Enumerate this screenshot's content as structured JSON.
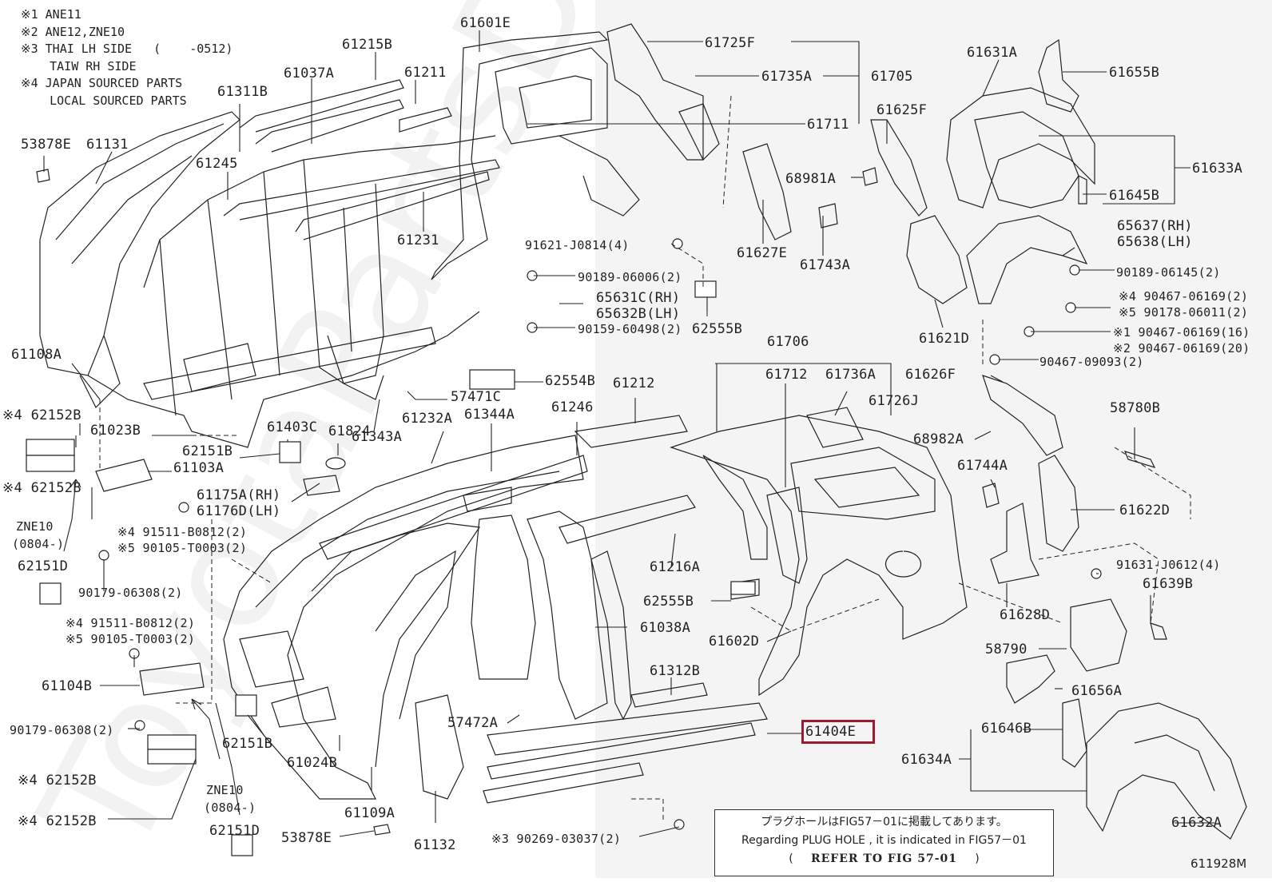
{
  "notes": [
    "※1 ANE11",
    "※2 ANE12,ZNE10",
    "※3 THAI LH SIDE   (    -0512)",
    "    TAIW RH SIDE",
    "※4 JAPAN SOURCED PARTS",
    "    LOCAL SOURCED PARTS"
  ],
  "labels": {
    "p61601E": "61601E",
    "p61215B": "61215B",
    "p61037A": "61037A",
    "p61211": "61211",
    "p61311B": "61311B",
    "p53878E_a": "53878E",
    "p61131": "61131",
    "p61245": "61245",
    "p61231": "61231",
    "p61725F": "61725F",
    "p61735A": "61735A",
    "p61705": "61705",
    "p61711": "61711",
    "p61631A": "61631A",
    "p61655B": "61655B",
    "p61625F": "61625F",
    "p61633A": "61633A",
    "p68981A": "68981A",
    "p61645B": "61645B",
    "p91621": "91621-J0814(4)",
    "p90189a": "90189-06006(2)",
    "p65631C": "65631C(RH)",
    "p65632B": "65632B(LH)",
    "p90159": "90159-60498(2)",
    "p62555B_a": "62555B",
    "p61627E": "61627E",
    "p61743A": "61743A",
    "p65637": "65637(RH)",
    "p65638": "65638(LH)",
    "p90189b": "90189-06145(2)",
    "p90467a": "※4 90467-06169(2)",
    "p90178": "※5 90178-06011(2)",
    "p90467b": "※1 90467-06169(16)",
    "p90467c": "※2 90467-06169(20)",
    "p61621D": "61621D",
    "p90467d": "90467-09093(2)",
    "p61108A": "61108A",
    "p62554B": "62554B",
    "p61706": "61706",
    "p61712": "61712",
    "p61736A": "61736A",
    "p61626F": "61626F",
    "p57471C": "57471C",
    "p61212": "61212",
    "p61726J": "61726J",
    "p62152B_a": "※4 62152B",
    "p61403C": "61403C",
    "p61824": "61824",
    "p61023B": "61023B",
    "p61232A": "61232A",
    "p61344A": "61344A",
    "p61246": "61246",
    "p61343A": "61343A",
    "p58780B": "58780B",
    "p68982A": "68982A",
    "p62151B_a": "62151B",
    "p61103A": "61103A",
    "p61744A": "61744A",
    "p62152B_b": "※4 62152B",
    "p61175A": "61175A(RH)",
    "p61176D": "61176D(LH)",
    "p61622D": "61622D",
    "pZNE10_a": "ZNE10",
    "p0804_a": "(0804-)",
    "p62151D_a": "62151D",
    "p91511a": "※4 91511-B0812(2)",
    "p90105a": "※5 90105-T0003(2)",
    "p61216A": "61216A",
    "p91631": "91631-J0612(4)",
    "p61639B": "61639B",
    "p90179a": "90179-06308(2)",
    "p62555B_b": "62555B",
    "p61628D": "61628D",
    "p91511b": "※4 91511-B0812(2)",
    "p90105b": "※5 90105-T0003(2)",
    "p61038A": "61038A",
    "p61602D": "61602D",
    "p58790": "58790",
    "p61104B": "61104B",
    "p61312B": "61312B",
    "p61656A": "61656A",
    "p90179b": "90179-06308(2)",
    "p57472A": "57472A",
    "p62151B_b": "62151B",
    "p61646B": "61646B",
    "p61404E": "61404E",
    "p61024B": "61024B",
    "p61634A": "61634A",
    "p62152B_c": "※4 62152B",
    "pZNE10_b": "ZNE10",
    "p0804_b": "(0804-)",
    "p61109A": "61109A",
    "p62152B_d": "※4 62152B",
    "p62151D_b": "62151D",
    "p53878E_b": "53878E",
    "p61132": "61132",
    "p90269": "※3  90269-03037(2)",
    "p61632A": "61632A"
  },
  "plug_hole_note": {
    "line1": "プラグホールはFIG57－01に掲載してあります。",
    "line2": "Regarding PLUG HOLE , it is indicated in FIG57－01",
    "line3_open": "(",
    "line3_ref": "REFER TO FIG 57-01",
    "line3_close": ")"
  },
  "figure_number": "611928M",
  "highlight_color": "#9b1b30"
}
